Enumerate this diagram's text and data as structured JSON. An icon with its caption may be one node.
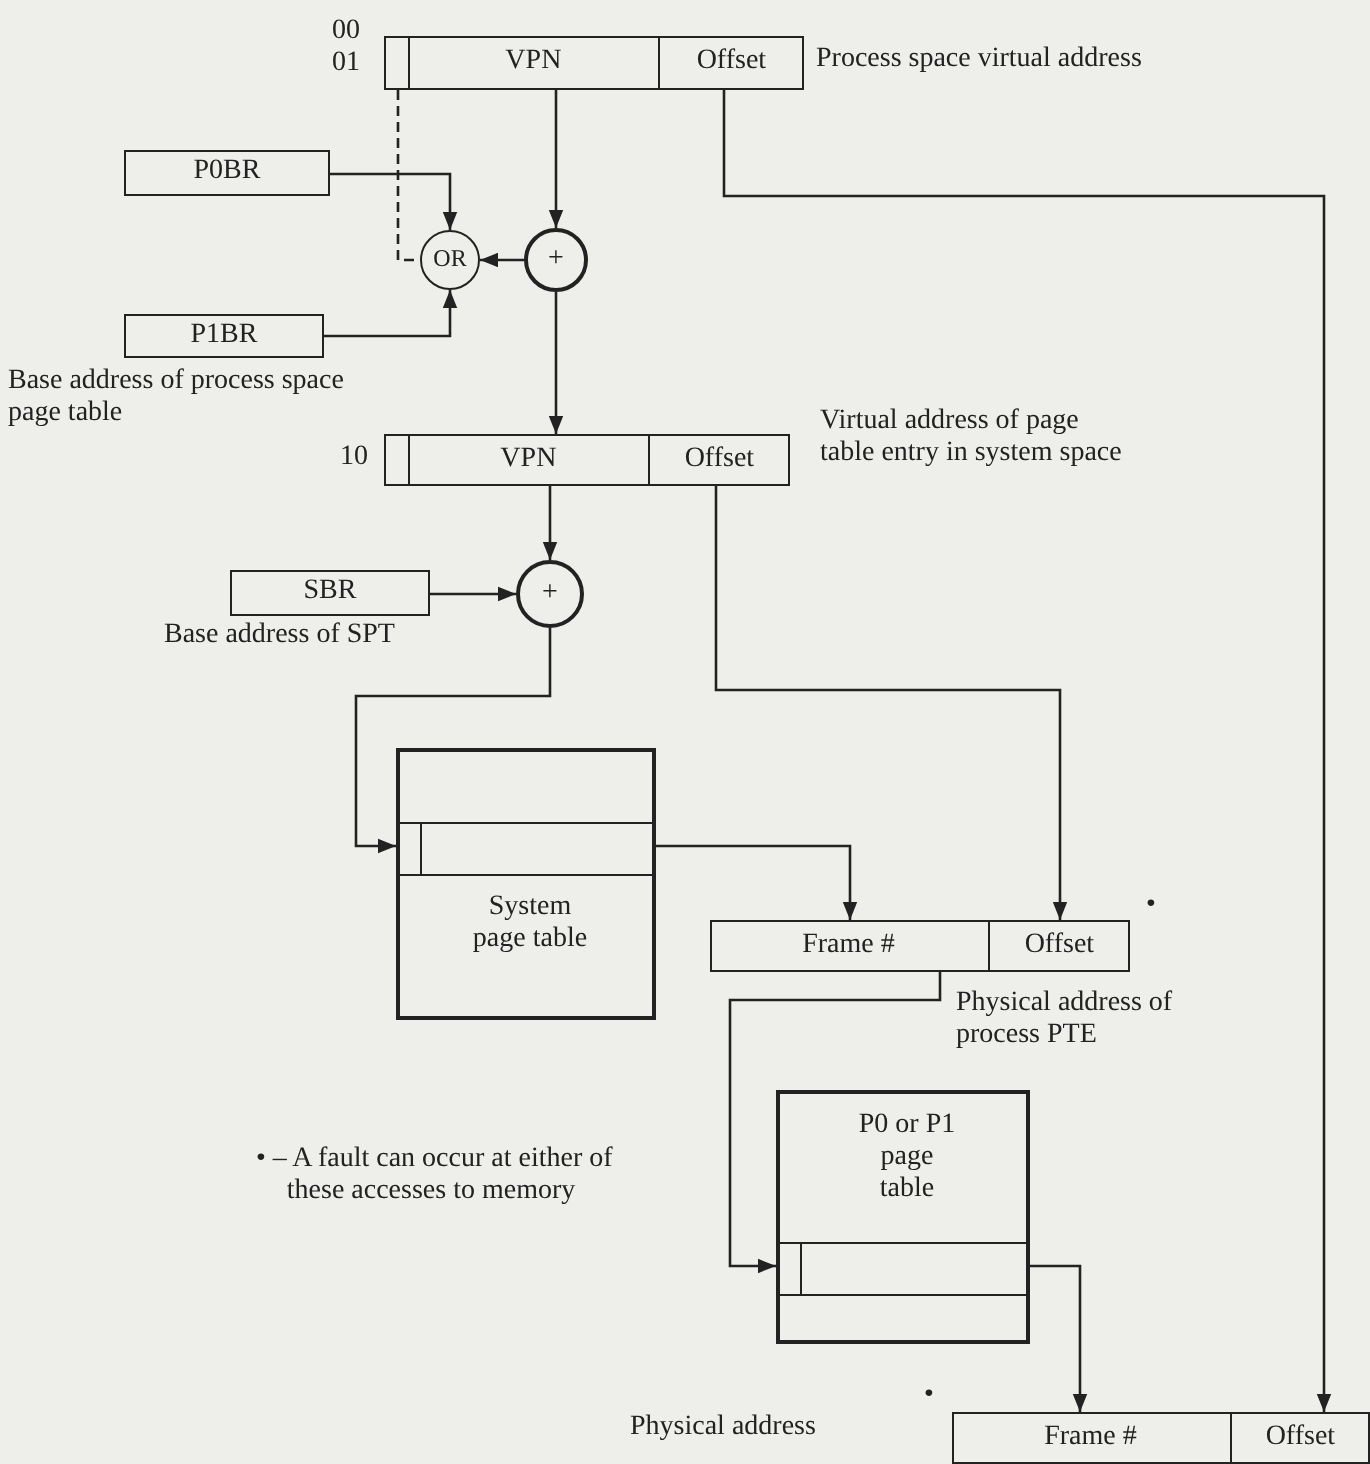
{
  "diagram": {
    "nodes": [
      {
        "text": [],
        "shape": "box",
        "beside": [
          "00",
          "01",
          "Process space virtual address"
        ]
      },
      {
        "text": [],
        "shape": "box",
        "in": 0
      },
      {
        "text": [
          "VPN"
        ],
        "in": 0
      },
      {
        "text": [
          "Offset"
        ],
        "in": 0
      },
      {
        "text": [
          "P0BR"
        ]
      },
      {
        "text": [
          "OR"
        ]
      },
      {
        "text": [
          "+"
        ]
      },
      {
        "text": [
          "P1BR"
        ],
        "beside": [
          "Base address of process space page table"
        ]
      },
      {
        "text": [],
        "shape": "box",
        "beside": [
          "10",
          "Virtual address of page table entry in system space"
        ]
      },
      {
        "text": [],
        "shape": "box",
        "in": 8
      },
      {
        "text": [
          "VPN"
        ],
        "in": 8
      },
      {
        "text": [
          "Offset"
        ],
        "in": 8
      },
      {
        "text": [
          "SBR"
        ],
        "beside": [
          "Base address of SPT"
        ]
      },
      {
        "text": [
          "+"
        ]
      },
      {
        "text": [
          "System page table"
        ]
      },
      {
        "text": [],
        "shape": "box",
        "in": 14
      },
      {
        "text": [],
        "shape": "box",
        "beside": [
          "•",
          "Physical address of process PTE"
        ]
      },
      {
        "text": [
          "Frame #"
        ],
        "in": 16
      },
      {
        "text": [
          "Offset"
        ],
        "in": 16
      },
      {
        "text": [
          "P0 or P1 page table"
        ]
      },
      {
        "text": [],
        "shape": "box",
        "in": 19
      },
      {
        "text": [],
        "shape": "box",
        "beside": [
          "Physical address",
          "•"
        ]
      },
      {
        "text": [
          "Frame #"
        ],
        "in": 21
      },
      {
        "text": [
          "Offset"
        ],
        "in": 21
      }
    ],
    "edges": [
      {
        "from": 1,
        "to": 5,
        "arrow": "none",
        "style": "dashed"
      },
      {
        "from": 4,
        "to": 5,
        "arrow": "to"
      },
      {
        "from": 7,
        "to": 5,
        "arrow": "to"
      },
      {
        "from": 6,
        "to": 5,
        "arrow": "to"
      },
      {
        "from": 2,
        "to": 6,
        "arrow": "to"
      },
      {
        "from": 6,
        "to": 10,
        "arrow": "to"
      },
      {
        "from": 3,
        "to": 23,
        "arrow": "to"
      },
      {
        "from": 10,
        "to": 13,
        "arrow": "to"
      },
      {
        "from": 12,
        "to": 13,
        "arrow": "to"
      },
      {
        "from": 13,
        "to": 15,
        "arrow": "to"
      },
      {
        "from": 15,
        "to": 17,
        "arrow": "to"
      },
      {
        "from": 11,
        "to": 18,
        "arrow": "to"
      },
      {
        "from": 17,
        "to": 20,
        "arrow": "to"
      },
      {
        "from": 20,
        "to": 22,
        "arrow": "to"
      }
    ],
    "labels": [
      "• – A fault can occur at either of these accesses to memory"
    ]
  }
}
